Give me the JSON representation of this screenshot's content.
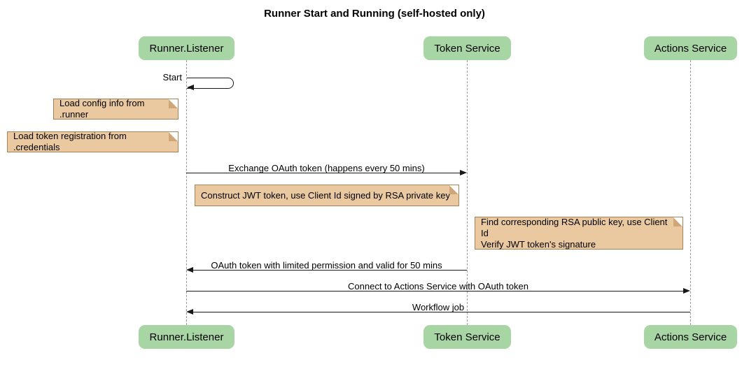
{
  "title": "Runner Start and Running (self-hosted only)",
  "participants": [
    {
      "name": "Runner.Listener"
    },
    {
      "name": "Token Service"
    },
    {
      "name": "Actions Service"
    }
  ],
  "messages": {
    "start": "Start",
    "exchange_oauth": "Exchange OAuth token (happens every 50 mins)",
    "oauth_return": "OAuth token with limited permission and valid for 50 mins",
    "connect": "Connect to Actions Service with OAuth token",
    "workflow_job": "Workflow job"
  },
  "notes": {
    "load_config": "Load config info from .runner",
    "load_credentials": "Load token registration from .credentials",
    "construct_jwt": "Construct JWT token, use Client Id signed by RSA private key",
    "verify_jwt_line1": "Find corresponding RSA public key, use Client Id",
    "verify_jwt_line2": "Verify JWT token's signature"
  },
  "colors": {
    "participant_fill": "#A8D5A4",
    "note_fill": "#EAC8A0",
    "note_border": "#A58358",
    "note_fold": "#CFA678",
    "lifeline": "#999999",
    "arrow": "#181818",
    "text": "#000000",
    "bg": "#FFFFFF"
  }
}
